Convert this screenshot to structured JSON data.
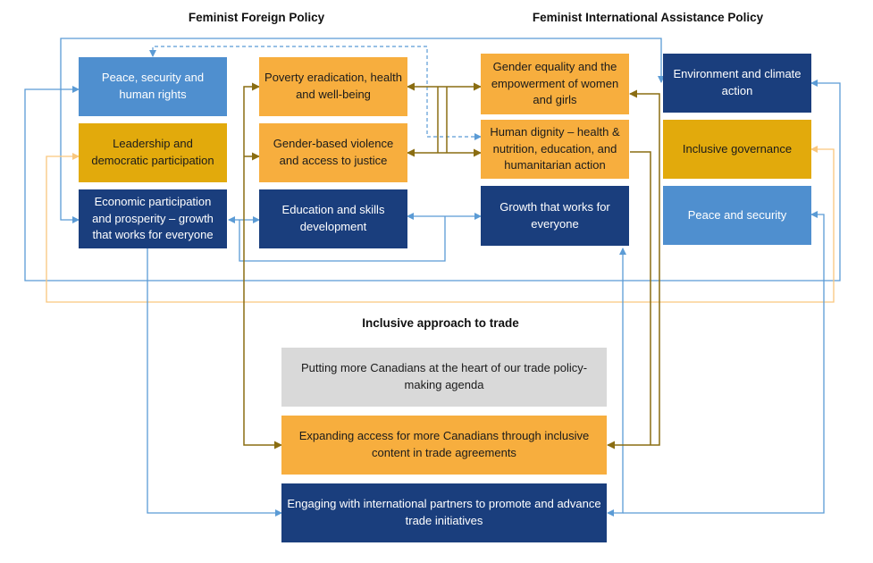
{
  "headings": {
    "ffp": "Feminist Foreign Policy",
    "fiap": "Feminist International Assistance Policy",
    "trade": "Inclusive approach to trade"
  },
  "ffp_boxes": [
    {
      "label": "Peace, security and human rights"
    },
    {
      "label": "Leadership and democratic participation"
    },
    {
      "label": "Economic participation and prosperity – growth that works for everyone"
    }
  ],
  "middle_boxes": [
    {
      "label": "Poverty eradication, health and well-being"
    },
    {
      "label": "Gender-based violence and access to justice"
    },
    {
      "label": "Education and skills development"
    }
  ],
  "fiap_boxes": [
    {
      "label": "Gender equality and the empowerment of women and girls"
    },
    {
      "label": "Human dignity – health & nutrition, education, and humanitarian action"
    },
    {
      "label": "Growth that works for everyone"
    }
  ],
  "right_boxes": [
    {
      "label": "Environment and climate action"
    },
    {
      "label": "Inclusive governance"
    },
    {
      "label": "Peace and security"
    }
  ],
  "trade_boxes": [
    {
      "label": "Putting more Canadians at the heart of our trade policy-making agenda"
    },
    {
      "label": "Expanding access for more Canadians through inclusive content in trade agreements"
    },
    {
      "label": "Engaging with international partners to promote and advance trade initiatives"
    }
  ],
  "colors": {
    "light_blue": "#4f8fcf",
    "navy": "#1a3e7d",
    "gold": "#e2aa0c",
    "orange": "#f7ae3e",
    "grey": "#d9d9d9",
    "connector_blue": "#5b9bd5",
    "connector_peach": "#f9c77e",
    "connector_brown": "#8a6d12"
  }
}
